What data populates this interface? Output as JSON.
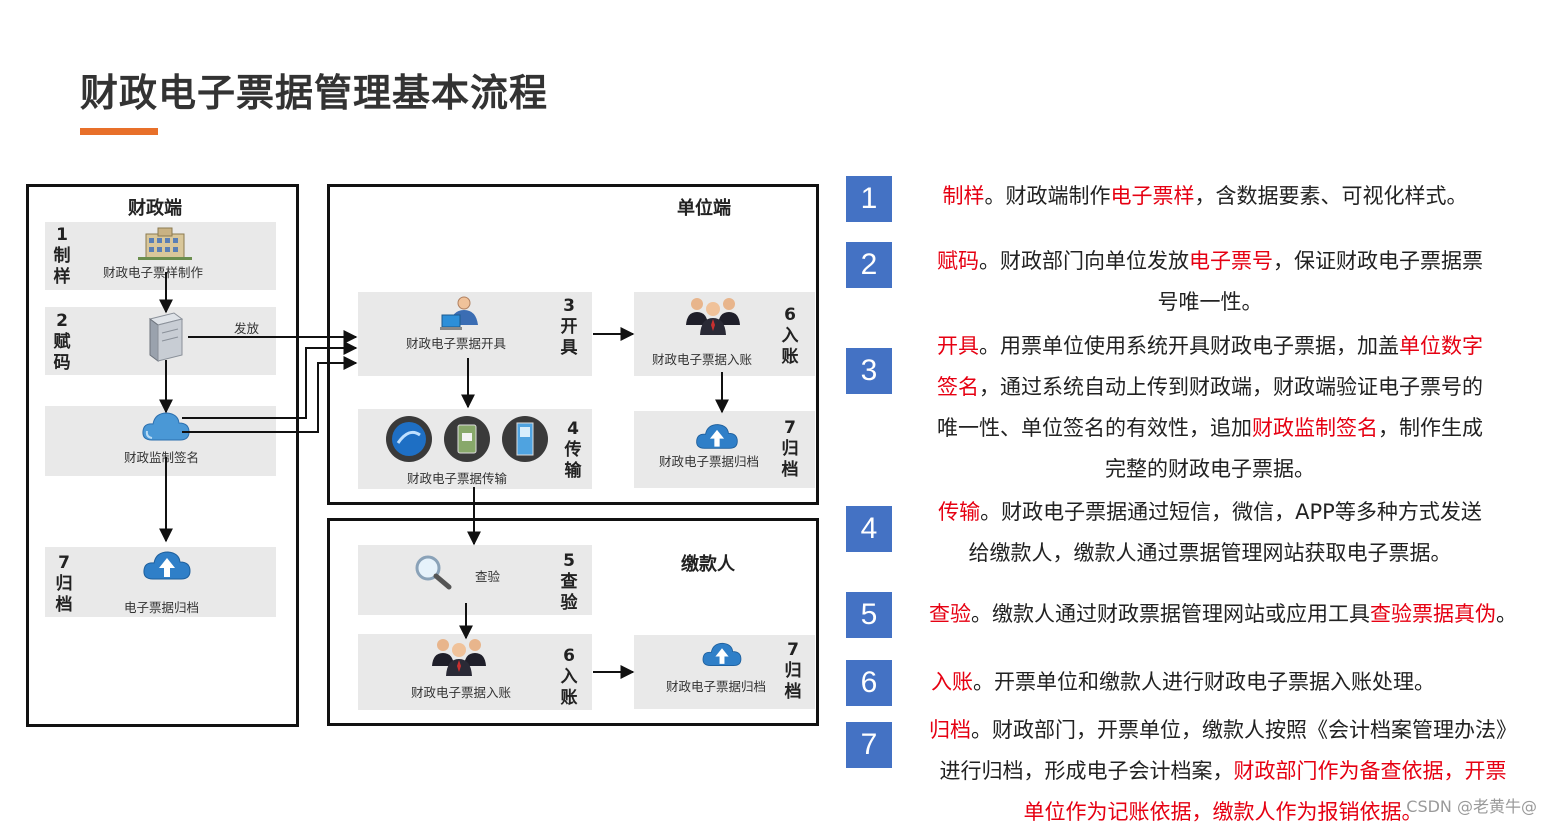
{
  "title": "财政电子票据管理基本流程",
  "colors": {
    "accent_orange": "#e8702a",
    "badge_blue": "#4472c4",
    "highlight_red": "#e60012"
  },
  "panels": {
    "finance": "财政端",
    "unit": "单位端",
    "payer": "缴款人"
  },
  "left": {
    "box1": {
      "step_num": "1",
      "step_c1": "制",
      "step_c2": "样",
      "label": "财政电子票样制作"
    },
    "box2": {
      "step_num": "2",
      "step_c1": "赋",
      "step_c2": "码",
      "side_label": "发放"
    },
    "box3": {
      "label": "财政监制签名"
    },
    "box4": {
      "step_num": "7",
      "step_c1": "归",
      "step_c2": "档",
      "label": "电子票据归档"
    }
  },
  "unit": {
    "issue": {
      "step_num": "3",
      "step_c1": "开",
      "step_c2": "具",
      "label": "财政电子票据开具"
    },
    "entry": {
      "step_num": "6",
      "step_c1": "入",
      "step_c2": "账",
      "label": "财政电子票据入账"
    },
    "transfer": {
      "step_num": "4",
      "step_c1": "传",
      "step_c2": "输",
      "label": "财政电子票据传输"
    },
    "archive": {
      "step_num": "7",
      "step_c1": "归",
      "step_c2": "档",
      "label": "财政电子票据归档"
    }
  },
  "payer": {
    "check": {
      "step_num": "5",
      "step_c1": "查",
      "step_c2": "验",
      "label": "查验"
    },
    "entry": {
      "step_num": "6",
      "step_c1": "入",
      "step_c2": "账",
      "label": "财政电子票据入账"
    },
    "archive": {
      "step_num": "7",
      "step_c1": "归",
      "step_c2": "档",
      "label": "财政电子票据归档"
    }
  },
  "steps": [
    {
      "num": "1",
      "lines": [
        [
          [
            "制样",
            "red"
          ],
          [
            "。财政端制作",
            ""
          ],
          [
            "电子票样",
            "red"
          ],
          [
            "，含数据要素、可视化样式。",
            ""
          ]
        ]
      ]
    },
    {
      "num": "2",
      "lines": [
        [
          [
            "赋码",
            "red"
          ],
          [
            "。财政部门向单位发放",
            ""
          ],
          [
            "电子票号",
            "red"
          ],
          [
            "，保证财政电子票据票",
            ""
          ]
        ],
        [
          [
            "号唯一性。",
            ""
          ]
        ]
      ]
    },
    {
      "num": "3",
      "lines": [
        [
          [
            "开具",
            "red"
          ],
          [
            "。用票单位使用系统开具财政电子票据，加盖",
            ""
          ],
          [
            "单位数字",
            "red"
          ]
        ],
        [
          [
            "签名",
            "red"
          ],
          [
            "，通过系统自动上传到财政端，财政端验证电子票号的",
            ""
          ]
        ],
        [
          [
            "唯一性、单位签名的有效性，追加",
            ""
          ],
          [
            "财政监制签名",
            "red"
          ],
          [
            "，制作生成",
            ""
          ]
        ],
        [
          [
            "完整的财政电子票据。",
            ""
          ]
        ]
      ]
    },
    {
      "num": "4",
      "lines": [
        [
          [
            "传输",
            "red"
          ],
          [
            "。财政电子票据通过短信，微信，APP等多种方式发送",
            ""
          ]
        ],
        [
          [
            "给缴款人，缴款人通过票据管理网站获取电子票据。",
            ""
          ]
        ]
      ]
    },
    {
      "num": "5",
      "lines": [
        [
          [
            "查验",
            "red"
          ],
          [
            "。缴款人通过财政票据管理网站或应用工具",
            ""
          ],
          [
            "查验票据真伪",
            "red"
          ],
          [
            "。",
            ""
          ]
        ]
      ]
    },
    {
      "num": "6",
      "lines": [
        [
          [
            "入账",
            "red"
          ],
          [
            "。开票单位和缴款人进行财政电子票据入账处理。",
            ""
          ]
        ]
      ]
    },
    {
      "num": "7",
      "lines": [
        [
          [
            "归档",
            "red"
          ],
          [
            "。财政部门，开票单位，缴款人按照《会计档案管理办法》",
            ""
          ]
        ],
        [
          [
            "进行归档，形成电子会计档案，",
            ""
          ],
          [
            "财政部门作为备查依据，开票",
            "red"
          ]
        ],
        [
          [
            "单位作为记账依据，缴款人作为报销依据。",
            "red"
          ]
        ]
      ]
    }
  ],
  "watermark": "CSDN @老黄牛@"
}
